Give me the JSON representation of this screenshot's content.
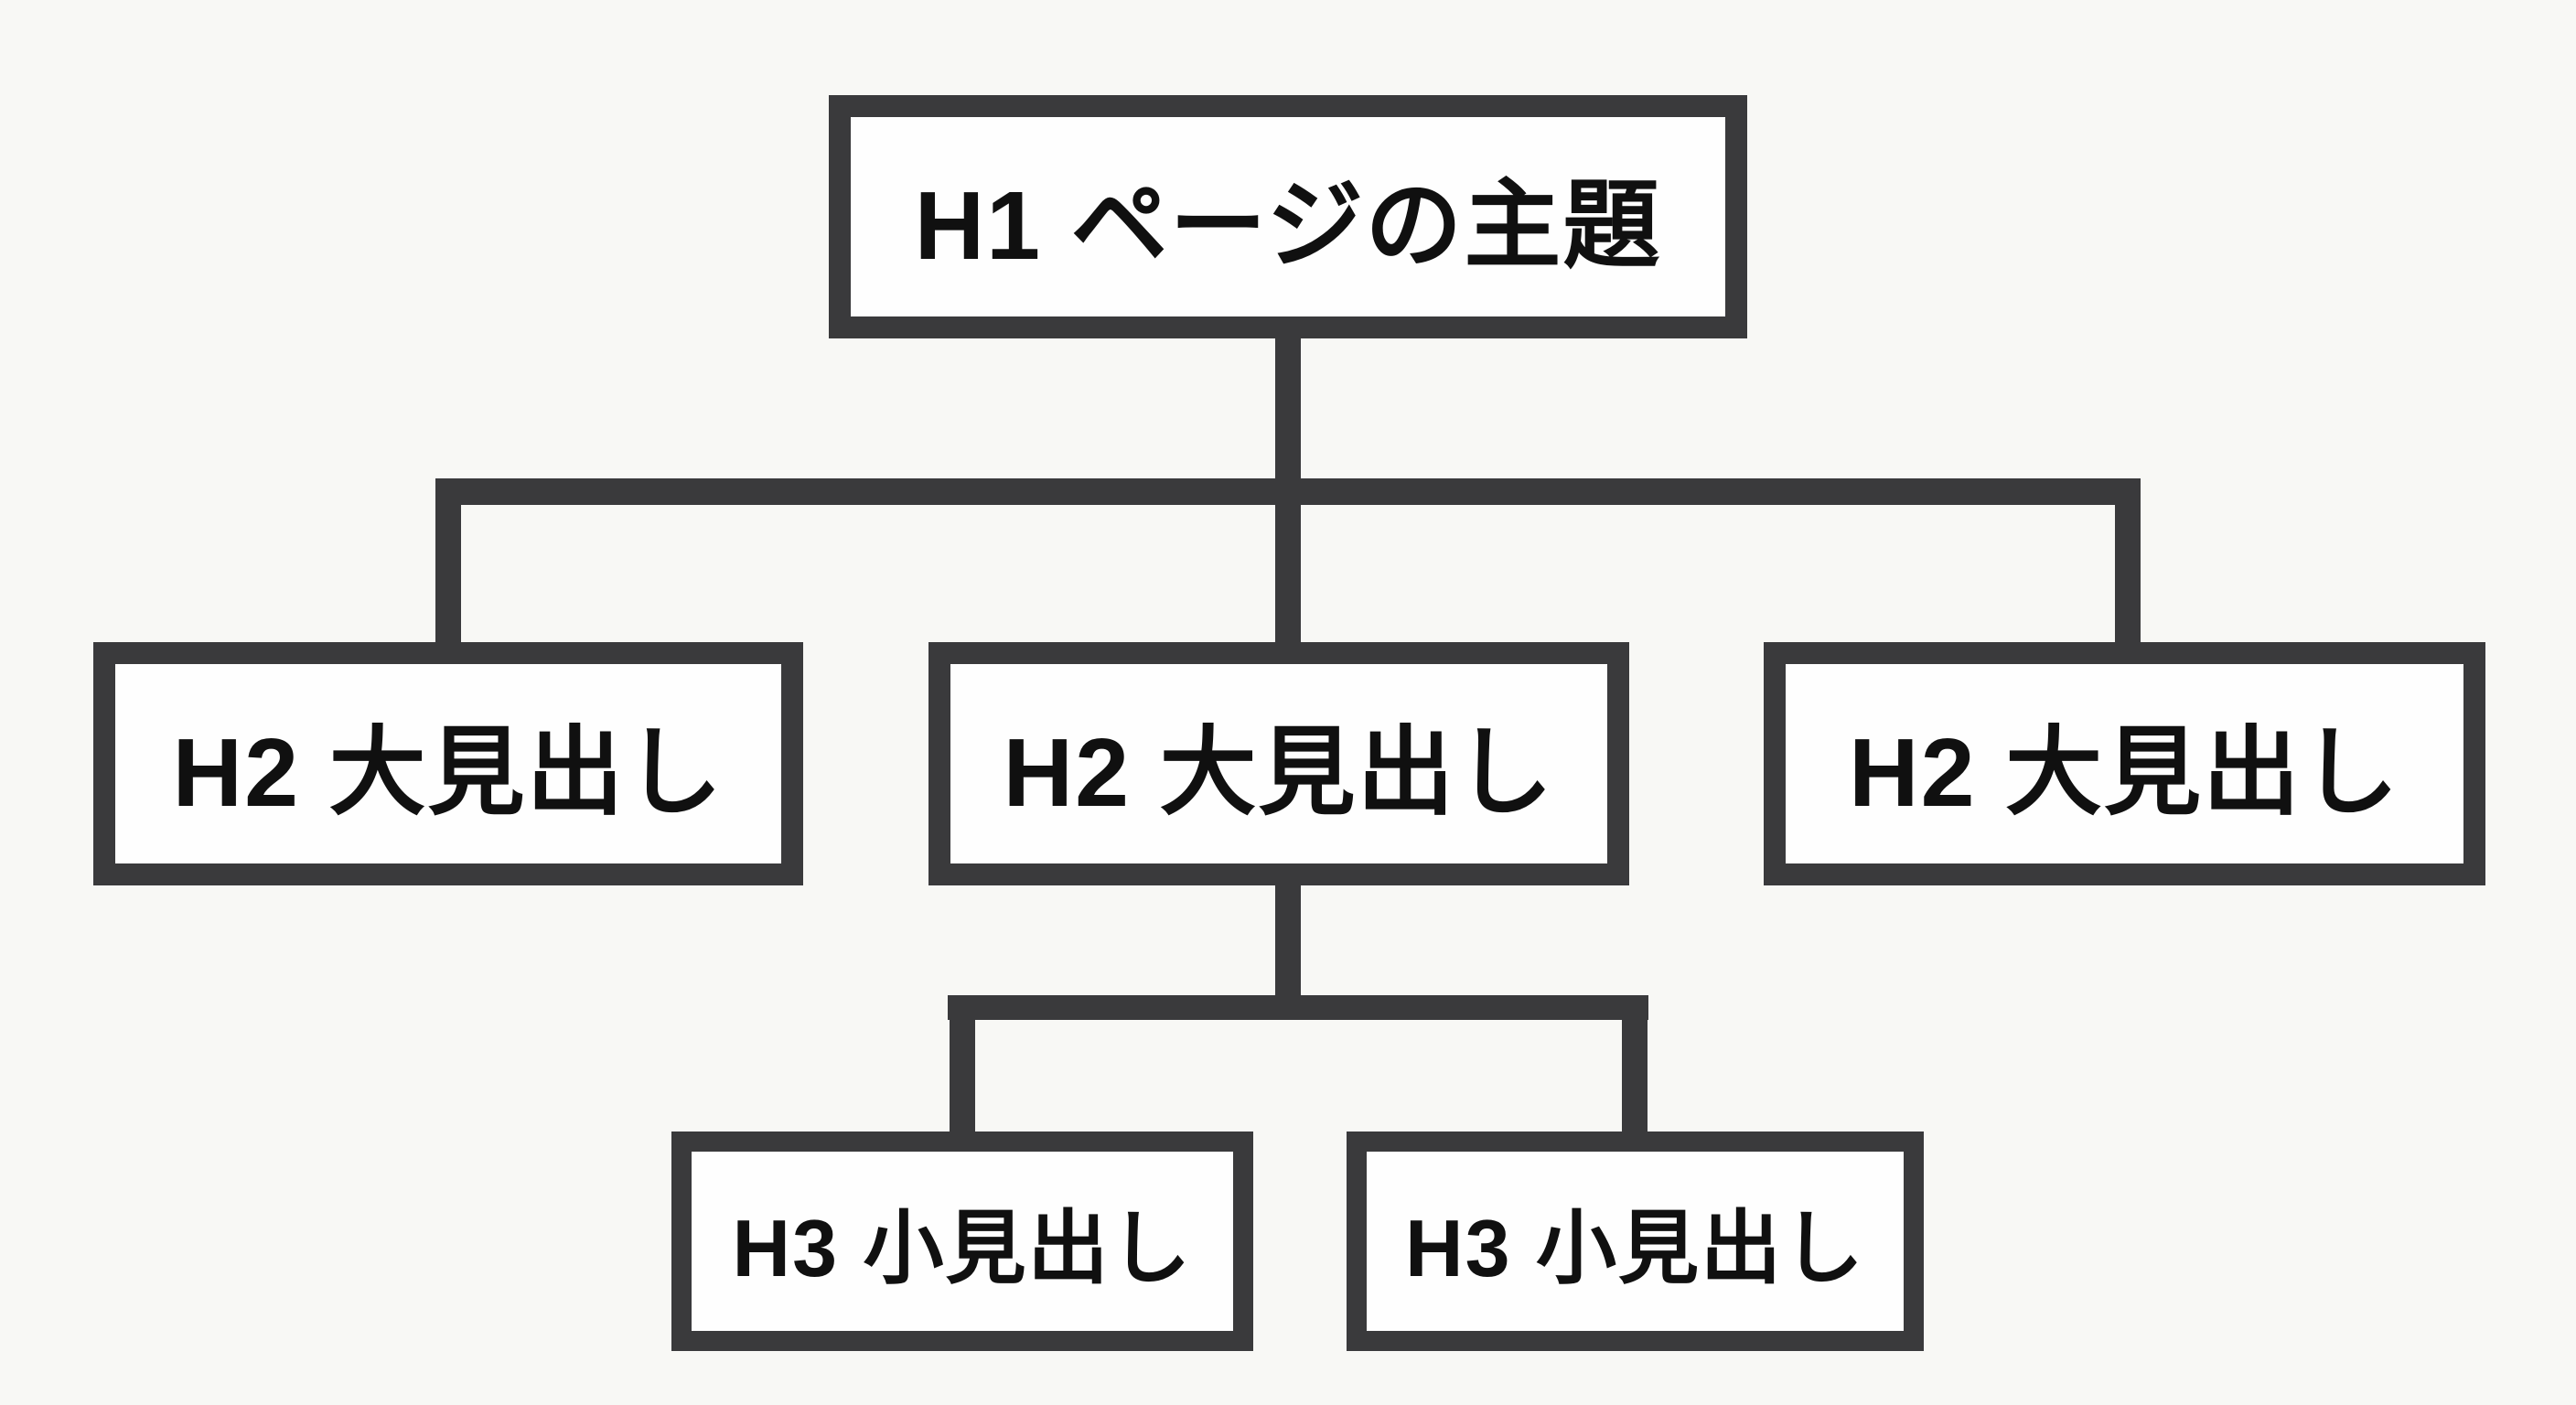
{
  "diagram": {
    "type": "tree",
    "description_visible_text_only": "Heading hierarchy diagram with one H1 node, three H2 nodes, two H3 nodes",
    "colors": {
      "background": "#f8f8f5",
      "box_fill": "#fefefe",
      "line": "#3a3a3c",
      "text": "#101010"
    },
    "nodes": {
      "h1": {
        "label": "H1 ページの主題",
        "level": "H1"
      },
      "h2_left": {
        "label": "H2 大見出し",
        "level": "H2"
      },
      "h2_center": {
        "label": "H2 大見出し",
        "level": "H2"
      },
      "h2_right": {
        "label": "H2 大見出し",
        "level": "H2"
      },
      "h3_left": {
        "label": "H3 小見出し",
        "level": "H3"
      },
      "h3_right": {
        "label": "H3 小見出し",
        "level": "H3"
      }
    },
    "edges": [
      {
        "from": "h1",
        "to": "h2_left"
      },
      {
        "from": "h1",
        "to": "h2_center"
      },
      {
        "from": "h1",
        "to": "h2_right"
      },
      {
        "from": "h2_center",
        "to": "h3_left"
      },
      {
        "from": "h2_center",
        "to": "h3_right"
      }
    ]
  }
}
